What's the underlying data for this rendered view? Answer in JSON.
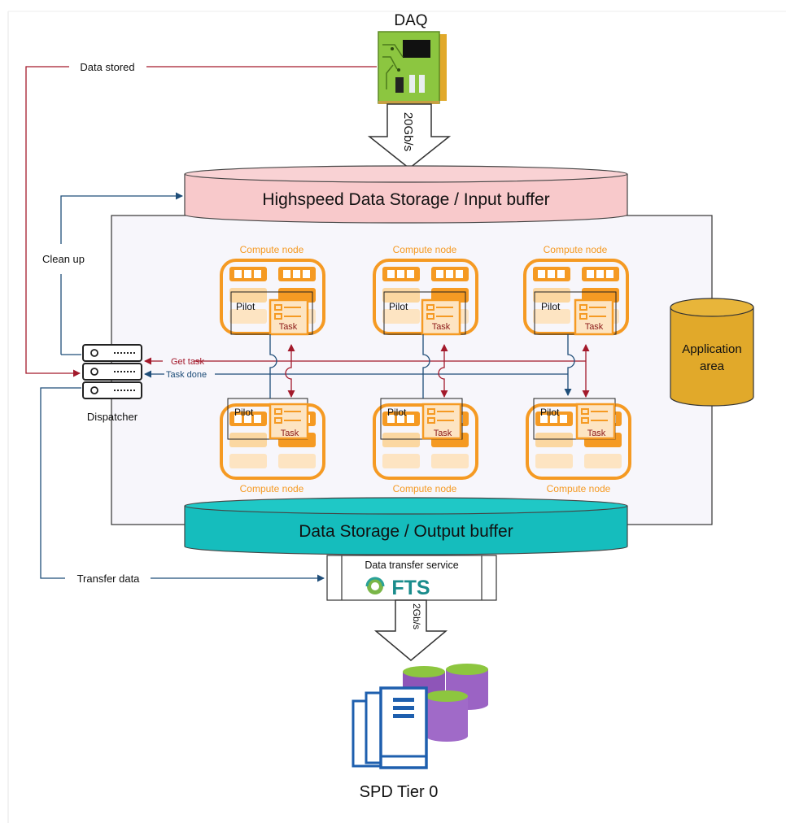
{
  "daq": {
    "title": "DAQ",
    "rate": "20Gb/s"
  },
  "input_buffer": {
    "label": "Highspeed Data Storage / Input buffer"
  },
  "output_buffer": {
    "label": "Data Storage / Output buffer"
  },
  "application_area": {
    "line1": "Application",
    "line2": "area"
  },
  "dispatcher": {
    "label": "Dispatcher"
  },
  "links": {
    "data_stored": "Data stored",
    "clean_up": "Clean up",
    "get_task": "Get task",
    "task_done": "Task done",
    "transfer_data": "Transfer data"
  },
  "compute_nodes": [
    {
      "title": "Compute node",
      "pilot": "Pilot",
      "task": "Task"
    },
    {
      "title": "Compute node",
      "pilot": "Pilot",
      "task": "Task"
    },
    {
      "title": "Compute node",
      "pilot": "Pilot",
      "task": "Task"
    },
    {
      "title": "Compute node",
      "pilot": "Pilot",
      "task": "Task"
    },
    {
      "title": "Compute node",
      "pilot": "Pilot",
      "task": "Task"
    },
    {
      "title": "Compute node",
      "pilot": "Pilot",
      "task": "Task"
    }
  ],
  "fts": {
    "service": "Data transfer service",
    "logo": "FTS",
    "rate": "2Gb/s"
  },
  "tier0": {
    "label": "SPD Tier 0"
  },
  "colors": {
    "red": "#a3192b",
    "blue": "#1f4e79",
    "orange": "#f59a23",
    "input": "#f8c9cb",
    "output": "#15bdbd",
    "app": "#e1a92a",
    "purple": "#8e55b8",
    "green_lid": "#8dc63f",
    "server_blue": "#1e5fae"
  }
}
